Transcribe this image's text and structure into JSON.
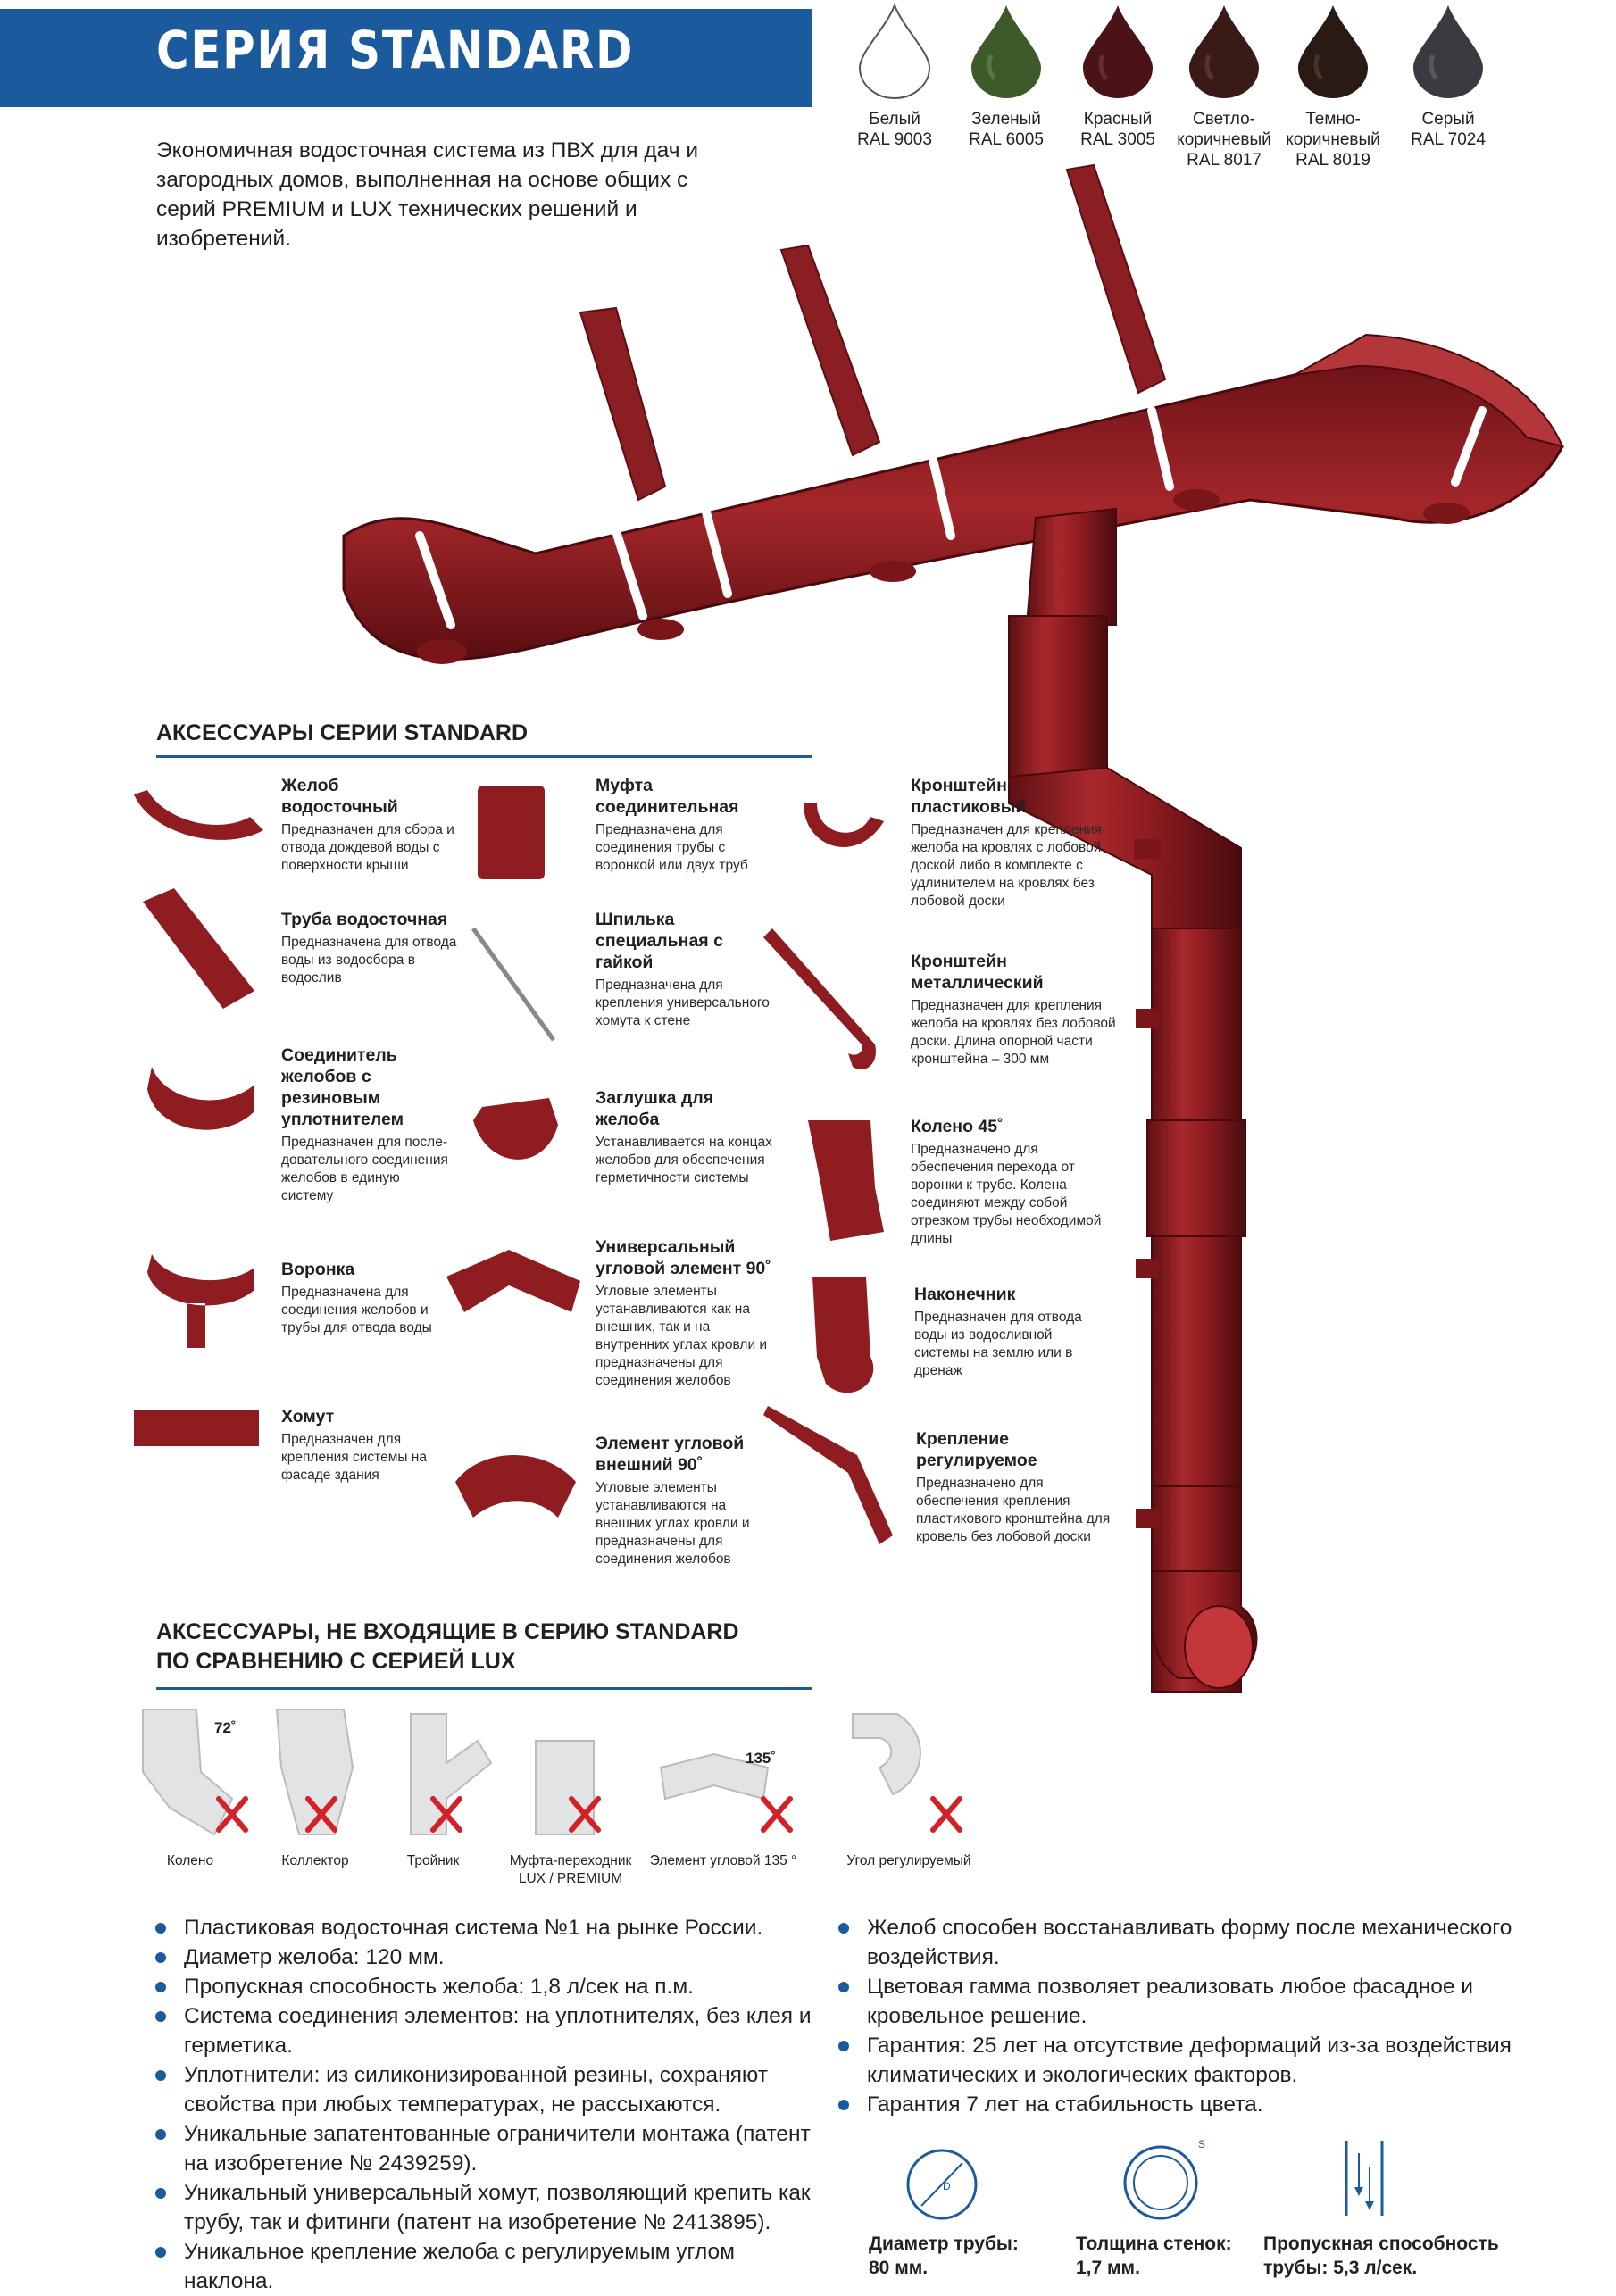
{
  "header": {
    "title": "СЕРИЯ STANDARD",
    "intro": "Экономичная водосточная система из ПВХ для дач и загородных домов, выполненная на основе общих с серий PREMIUM и LUX технических решений и изобретений."
  },
  "colors": [
    {
      "name": "Белый",
      "ral": "RAL 9003",
      "hex": "#ffffff"
    },
    {
      "name": "Зеленый",
      "ral": "RAL 6005",
      "hex": "#3e5a2a"
    },
    {
      "name": "Красный",
      "ral": "RAL 3005",
      "hex": "#4a1417"
    },
    {
      "name": "Светло-коричневый",
      "ral": "RAL 8017",
      "hex": "#3a1a16"
    },
    {
      "name": "Темно-коричневый",
      "ral": "RAL 8019",
      "hex": "#2a1a14"
    },
    {
      "name": "Серый",
      "ral": "RAL 7024",
      "hex": "#3a3b40"
    }
  ],
  "accessories": {
    "heading": "АКСЕССУАРЫ СЕРИИ STANDARD",
    "items": [
      {
        "title": "Желоб водосточный",
        "desc": "Предназначен для сбора и отвода дождевой воды с поверхности крыши"
      },
      {
        "title": "Труба водосточная",
        "desc": "Предназначена для отвода воды из водосбора в водослив"
      },
      {
        "title": "Соединитель желобов с резиновым уплотнителем",
        "desc": "Предназначен для после-довательного соединения желобов в единую систему"
      },
      {
        "title": "Воронка",
        "desc": "Предназначена для соединения желобов и трубы для отвода воды"
      },
      {
        "title": "Хомут",
        "desc": "Предназначен для крепления системы на фасаде здания"
      },
      {
        "title": "Муфта соединительная",
        "desc": "Предназначена для соединения трубы с воронкой или двух труб"
      },
      {
        "title": "Шпилька специальная с гайкой",
        "desc": "Предназначена для крепления универсального хомута к стене"
      },
      {
        "title": "Заглушка для желоба",
        "desc": "Устанавливается на концах желобов для обеспечения герметичности системы"
      },
      {
        "title": "Универсальный угловой элемент 90˚",
        "desc": "Угловые элементы устанавливаются как на внешних, так и на внутренних углах кровли и предназначены для соединения желобов"
      },
      {
        "title": "Элемент угловой внешний 90˚",
        "desc": "Угловые элементы устанавливаются на внешних углах кровли и предназначены для соединения желобов"
      },
      {
        "title": "Кронштейн пластиковый",
        "desc": "Предназначен для крепления желоба на кровлях с лобовой доской либо в комплекте с удлинителем на кровлях без лобовой доски"
      },
      {
        "title": "Кронштейн металлический",
        "desc": "Предназначен для крепления желоба на кровлях без лобовой доски. Длина опорной части кронштейна – 300 мм"
      },
      {
        "title": "Колено 45˚",
        "desc": "Предназначено для обеспечения перехода от воронки к трубе. Колена соединяют между собой отрезком трубы необходимой длины"
      },
      {
        "title": "Наконечник",
        "desc": "Предназначен для отвода воды из водосливной системы на землю или в дренаж"
      },
      {
        "title": "Крепление регулируемое",
        "desc": "Предназначено для обеспечения крепления пластикового кронштейна для кровель без лобовой доски"
      }
    ]
  },
  "excluded": {
    "heading_line1": "АКСЕССУАРЫ, НЕ ВХОДЯЩИЕ В СЕРИЮ STANDARD",
    "heading_line2": "ПО СРАВНЕНИЮ С СЕРИЕЙ LUX",
    "angle1": "72˚",
    "angle2": "135˚",
    "items": [
      {
        "label": "Колено"
      },
      {
        "label": "Коллектор"
      },
      {
        "label": "Тройник"
      },
      {
        "label": "Муфта-переходник LUX / PREMIUM"
      },
      {
        "label": "Элемент угловой 135 °"
      },
      {
        "label": "Угол регулируемый"
      }
    ]
  },
  "features_left": [
    "Пластиковая водосточная система №1 на рынке России.",
    "Диаметр желоба: 120 мм.",
    "Пропускная способность желоба: 1,8 л/сек на п.м.",
    "Система соединения элементов: на уплотнителях, без клея и герметика.",
    "Уплотнители: из силиконизированной резины, сохраняют свойства при любых температурах, не рассыхаются.",
    "Уникальные запатентованные ограничители монтажа (патент на изобретение № 2439259).",
    "Уникальный универсальный хомут, позволяющий крепить как трубу, так и фитинги (патент на изобретение № 2413895).",
    "Уникальное крепление желоба с регулируемым углом наклона."
  ],
  "features_right": [
    "Желоб способен восстанавливать форму после механического воздействия.",
    "Цветовая гамма позволяет реализовать любое фасадное и кровельное решение.",
    "Гарантия: 25 лет на отсутствие деформаций из-за воздействия климатических и экологических факторов.",
    "Гарантия 7 лет на стабильность цвета."
  ],
  "specs": [
    {
      "label": "Диаметр трубы:",
      "value": "80 мм.",
      "icon_letter": "D"
    },
    {
      "label": "Толщина стенок:",
      "value": "1,7 мм.",
      "icon_letter": "S"
    },
    {
      "label": "Пропускная способность",
      "value": "трубы: 5,3 л/сек."
    }
  ],
  "accent": "#1b5a9c",
  "product_color": "#8e1c20"
}
